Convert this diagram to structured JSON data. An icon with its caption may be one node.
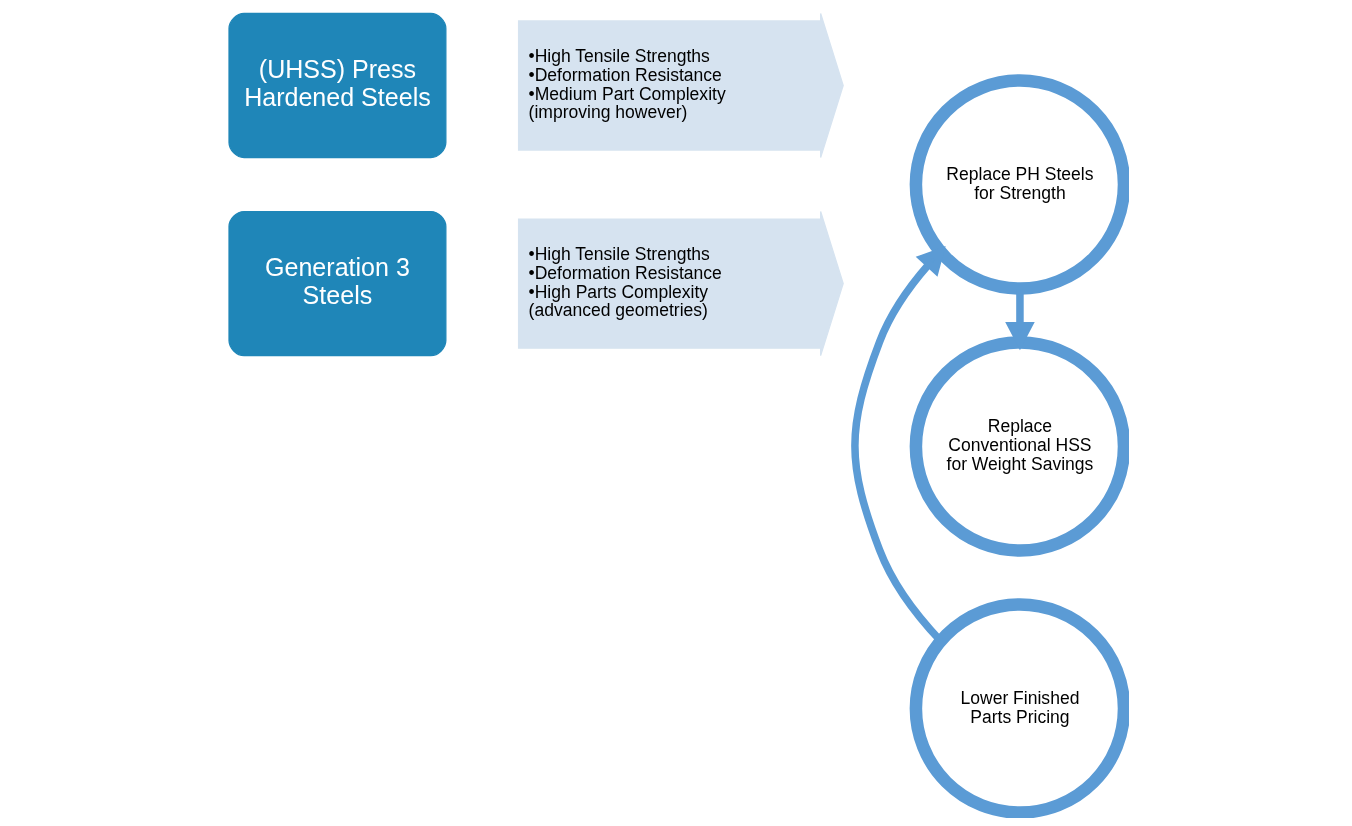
{
  "diagram": {
    "nodes": [
      {
        "text": [
          "(UHSS) Press Hardened Steels"
        ]
      },
      {
        "text": [
          "•High Tensile Strengths",
          "•Deformation Resistance",
          "•Medium Part Complexity (improving however)"
        ]
      },
      {
        "text": [
          "Generation 3 Steels"
        ]
      },
      {
        "text": [
          "•High Tensile Strengths",
          "•Deformation Resistance",
          "•High Parts Complexity (advanced geometries)"
        ]
      },
      {
        "text": [
          "Lower Finished Parts Pricing"
        ]
      },
      {
        "text": [
          "Replace PH Steels for Strength"
        ]
      },
      {
        "text": [
          "Replace Conventional HSS for Weight Savings"
        ]
      }
    ],
    "edges": [
      {
        "from": 4,
        "to": 5,
        "arrow": "to"
      },
      {
        "from": 5,
        "to": 6,
        "arrow": "to"
      }
    ]
  }
}
